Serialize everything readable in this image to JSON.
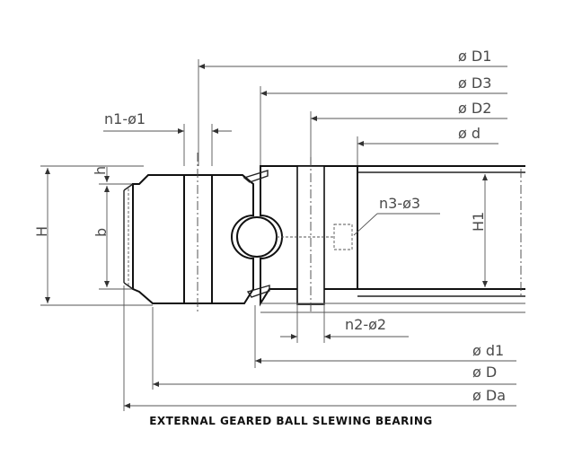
{
  "caption": "EXTERNAL GEARED BALL SLEWING BEARING",
  "dimensions": {
    "D1": "ø D1",
    "D3": "ø D3",
    "D2": "ø D2",
    "d": "ø d",
    "n1": "n1-ø1",
    "n3": "n3-ø3",
    "n2": "n2-ø2",
    "d1": "ø d1",
    "D": "ø D",
    "Da": "ø Da",
    "H": "H",
    "H1": "H1",
    "h": "h",
    "b": "b"
  }
}
